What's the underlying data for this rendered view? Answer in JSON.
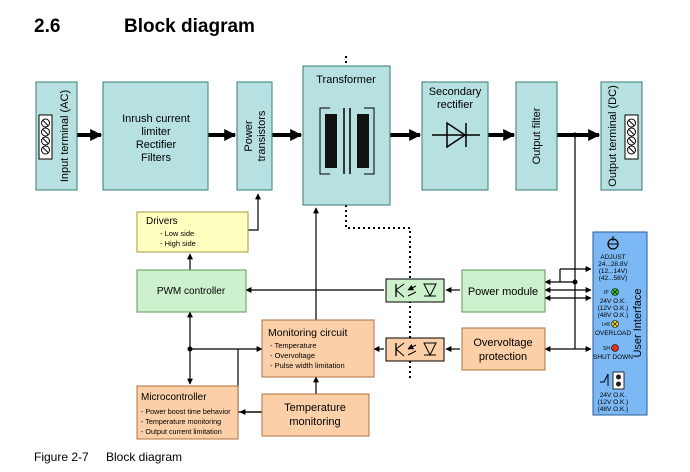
{
  "section": {
    "number": "2.6",
    "title": "Block diagram"
  },
  "caption": {
    "number": "Figure 2-7",
    "title": "Block diagram"
  },
  "colors": {
    "teal": "#b7e0e0",
    "green": "#ccf1cc",
    "yellow": "#ffffc0",
    "orange": "#fbd0a8",
    "blue": "#7cb9f4",
    "led_green": "#2ec52e",
    "led_yellow": "#f0e020",
    "led_red": "#e03020"
  },
  "blocks": {
    "input_terminal": "Input terminal (AC)",
    "inrush": [
      "Inrush current",
      "limiter",
      "Rectifier",
      "Filters"
    ],
    "power_transistors": [
      "Power",
      "transistors"
    ],
    "transformer": "Transformer",
    "secondary_rectifier": [
      "Secondary",
      "rectifier"
    ],
    "output_filter": "Output filter",
    "output_terminal": "Output terminal (DC)",
    "drivers": {
      "title": "Drivers",
      "items": [
        "- Low side",
        "- High side"
      ]
    },
    "pwm": "PWM controller",
    "power_module": "Power module",
    "monitoring": {
      "title": "Monitoring circuit",
      "items": [
        "- Temperature",
        "- Overvoltage",
        "- Pulse width limitation"
      ]
    },
    "overvoltage": [
      "Overvoltage",
      "protection"
    ],
    "microcontroller": {
      "title": "Microcontroller",
      "items": [
        "- Power boost time behavior",
        "- Temperature monitoring",
        "- Output current limitation"
      ]
    },
    "temperature_monitoring": [
      "Temperature",
      "monitoring"
    ]
  },
  "user_interface": {
    "title": "User Interface",
    "adjust": [
      "ADJUST",
      "24...28.8V",
      "(12...14V)",
      "(42...56V)"
    ],
    "ok_label": "IP",
    "ok_text": [
      "24V O.K.",
      "(12V O.K.)",
      "(48V O.K.)"
    ],
    "overload_label": "I>R",
    "overload_text": "OVERLOAD",
    "shutdown_label": "SH",
    "shutdown_text": "SHUT DOWN",
    "relay_text": [
      "24V O.K.",
      "(12V O.K.)",
      "(48V O.K.)"
    ]
  }
}
